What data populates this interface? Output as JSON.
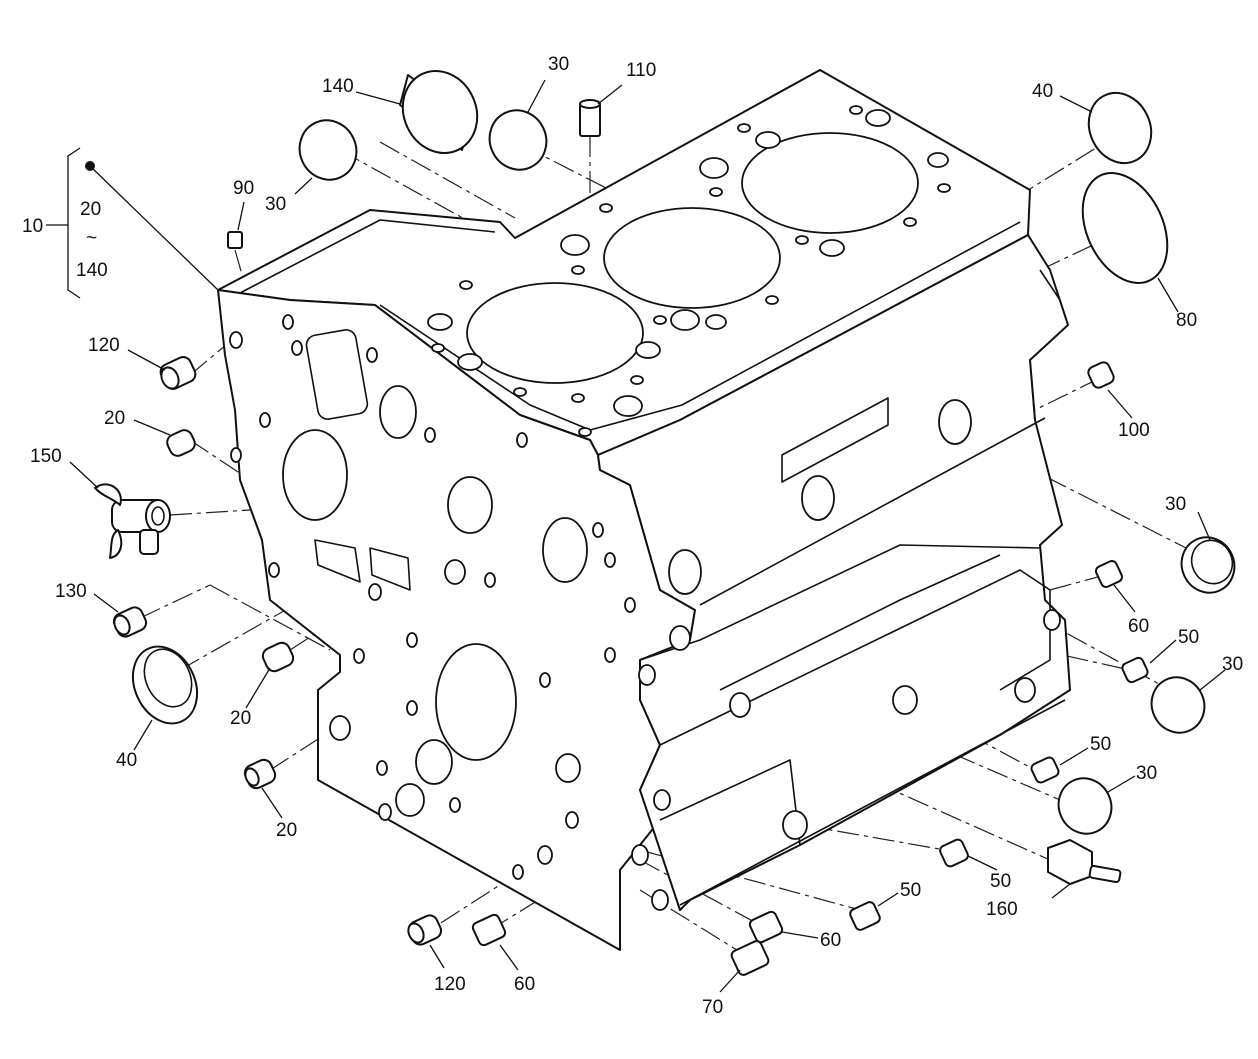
{
  "group": {
    "number": "10",
    "range_from": "20",
    "range_sep": "~",
    "range_to": "140"
  },
  "callouts": {
    "c140_top": "140",
    "c30_top": "30",
    "c110": "110",
    "c90": "90",
    "c30_left": "30",
    "c40_tr": "40",
    "c80": "80",
    "c100": "100",
    "c120_left": "120",
    "c20_left": "20",
    "c150": "150",
    "c130": "130",
    "c40_bl": "40",
    "c20_mid": "20",
    "c20_low": "20",
    "c30_r1": "30",
    "c60_r": "60",
    "c50_r1": "50",
    "c30_r2": "30",
    "c50_r2": "50",
    "c30_r3": "30",
    "c50_r3": "50",
    "c160": "160",
    "c50_b": "50",
    "c60_b": "60",
    "c70": "70",
    "c120_b": "120",
    "c60_bl": "60"
  }
}
